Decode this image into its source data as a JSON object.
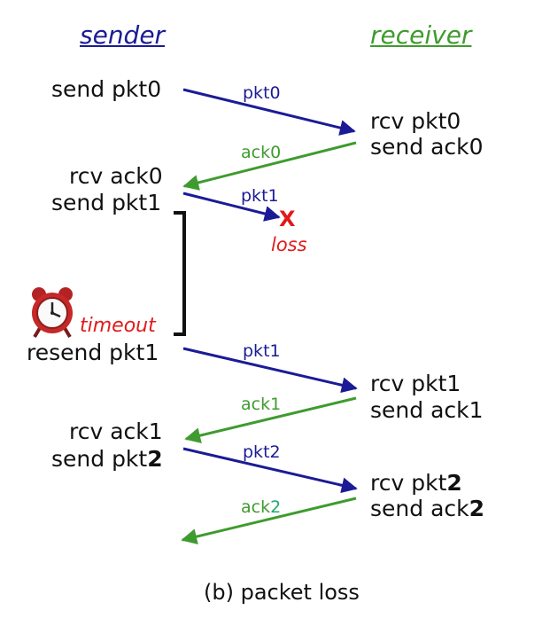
{
  "headers": {
    "sender": "sender",
    "receiver": "receiver"
  },
  "sender_events": {
    "send_pkt0": "send pkt0",
    "rcv_ack0": "rcv ack0",
    "send_pkt1": "send pkt1",
    "resend_pkt1": "resend pkt1",
    "rcv_ack1": "rcv ack1",
    "send_pkt2_prefix": "send pkt",
    "send_pkt2_num": "2"
  },
  "receiver_events": {
    "rcv_pkt0": "rcv pkt0",
    "send_ack0": "send ack0",
    "rcv_pkt1": "rcv pkt1",
    "send_ack1": "send ack1",
    "rcv_pkt2_prefix": "rcv pkt",
    "rcv_pkt2_num": "2",
    "send_ack2_prefix": "send ack",
    "send_ack2_num": "2"
  },
  "messages": {
    "m1": "pkt0",
    "m2": "ack0",
    "m3": "pkt1",
    "m4": "pkt1",
    "m5": "ack1",
    "m6": "pkt2",
    "m7_prefix": "ack",
    "m7_num": "2"
  },
  "loss_mark": "X",
  "loss_label": "loss",
  "timeout_label": "timeout",
  "caption": "(b) packet loss",
  "colors": {
    "packet": "#1b1b96",
    "ack": "#3f9b2f",
    "loss": "#e01b1b",
    "text": "#111111"
  },
  "icons": {
    "timeout": "alarm-clock-icon"
  }
}
